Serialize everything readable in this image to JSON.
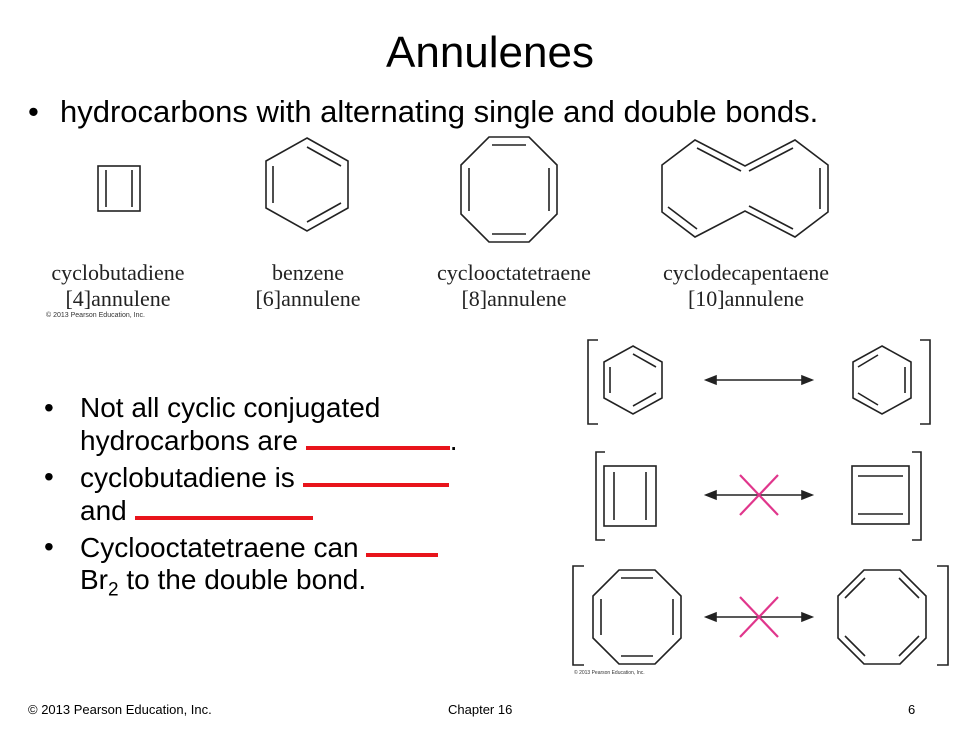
{
  "slide": {
    "title": "Annulenes",
    "top_bullet": "hydrocarbons with alternating single and double bonds.",
    "bullet_symbol": "•"
  },
  "molecules": [
    {
      "name": "cyclobutadiene",
      "annulene": "[4]annulene"
    },
    {
      "name": "benzene",
      "annulene": "[6]annulene"
    },
    {
      "name": "cyclooctatetraene",
      "annulene": "[8]annulene"
    },
    {
      "name": "cyclodecapentaene",
      "annulene": "[10]annulene"
    }
  ],
  "figure_copyright": "© 2013 Pearson Education, Inc.",
  "resonance_copyright": "© 2013 Pearson Education, Inc.",
  "bullets": [
    {
      "line1": "Not all cyclic conjugated",
      "line2": "hydrocarbons are",
      "line2_tail": "."
    },
    {
      "line1": "cyclobutadiene is",
      "line2": "and"
    },
    {
      "line1": "Cyclooctatetraene can",
      "line2_pre": "Br",
      "line2_sub": "2",
      "line2_post": " to the double bond."
    }
  ],
  "footer": {
    "copyright": "© 2013 Pearson Education, Inc.",
    "chapter": "Chapter 16",
    "page": "6"
  },
  "colors": {
    "blank_underline": "#e8141b",
    "cross": "#e0368c"
  }
}
